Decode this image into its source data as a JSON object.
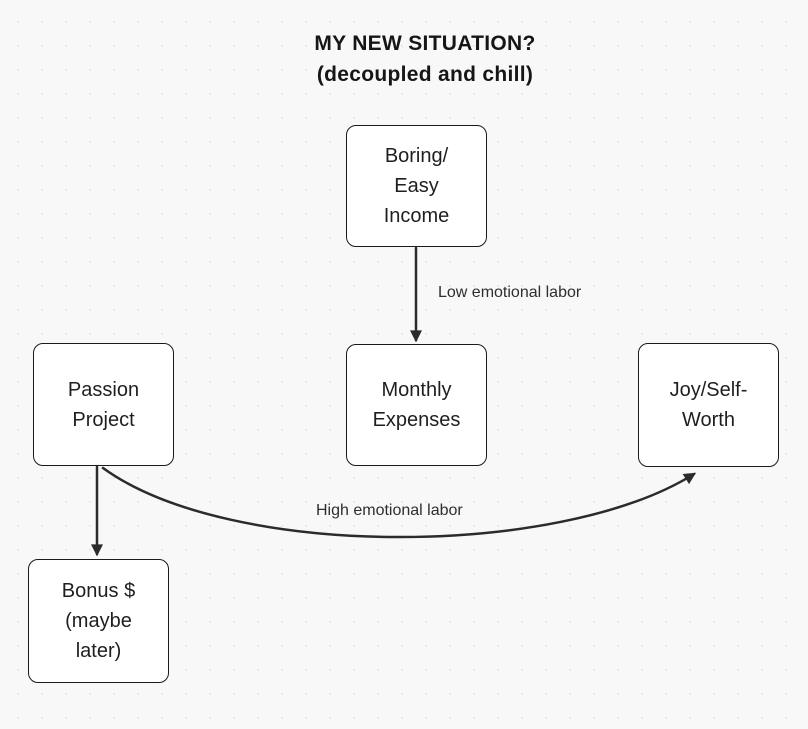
{
  "title": {
    "line1": "MY NEW SITUATION?",
    "line2": "(decoupled and chill)"
  },
  "nodes": {
    "boring": {
      "label": "Boring/\nEasy\nIncome"
    },
    "passion": {
      "label": "Passion\nProject"
    },
    "monthly": {
      "label": "Monthly\nExpenses"
    },
    "joy": {
      "label": "Joy/Self-\nWorth"
    },
    "bonus": {
      "label": "Bonus $\n(maybe\nlater)"
    }
  },
  "edges": [
    {
      "from": "boring",
      "to": "monthly",
      "label": "Low emotional labor",
      "style": "straight-down"
    },
    {
      "from": "passion",
      "to": "bonus",
      "label": "",
      "style": "straight-down"
    },
    {
      "from": "passion",
      "to": "joy",
      "label": "High emotional labor",
      "style": "curved"
    }
  ],
  "colors": {
    "background": "#f8f8f8",
    "dot_grid": "#ebebeb",
    "node_fill": "#ffffff",
    "node_border": "#1a1a1a",
    "arrow": "#2b2b2b",
    "text": "#1f1f1f"
  }
}
